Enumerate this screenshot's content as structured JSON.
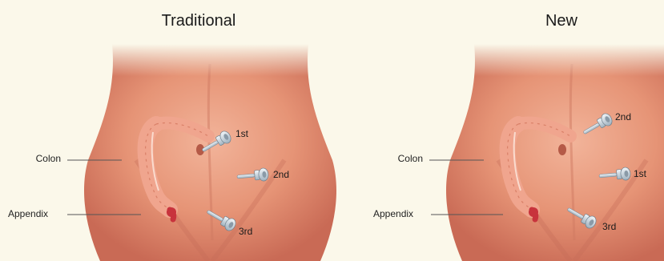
{
  "panels": [
    {
      "title": "Traditional",
      "labels": {
        "colon": "Colon",
        "appendix": "Appendix"
      },
      "ports": [
        "1st",
        "2nd",
        "3rd"
      ]
    },
    {
      "title": "New",
      "labels": {
        "colon": "Colon",
        "appendix": "Appendix"
      },
      "ports": [
        "2nd",
        "1st",
        "3rd"
      ]
    }
  ],
  "colors": {
    "background": "#fbf8ea",
    "skin": "#eba182",
    "skin_shadow": "#c96a55",
    "colon": "#f0a58e",
    "appendix": "#c8333c",
    "port_metal": "#c9d6df"
  }
}
